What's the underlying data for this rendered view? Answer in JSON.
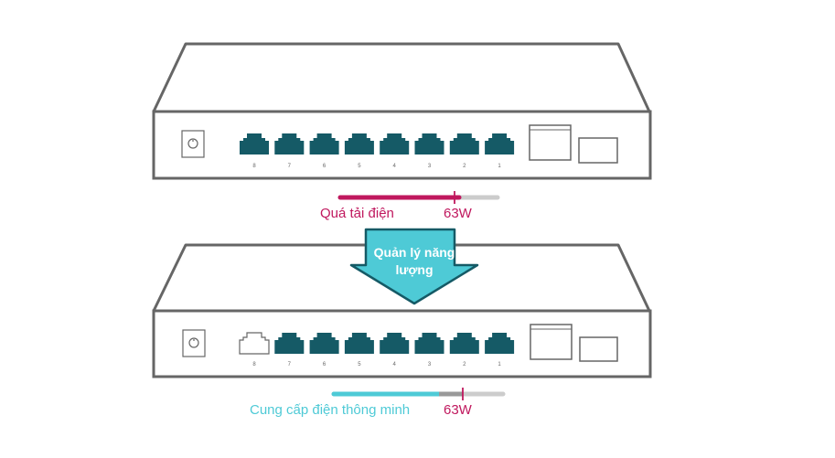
{
  "colors": {
    "outline": "#666666",
    "port": "#155a66",
    "overload": "#c0185e",
    "smart": "#4ecad6",
    "track": "#cccccc",
    "arrow_fill": "#4ecad6",
    "arrow_stroke": "#155a66"
  },
  "top_switch": {
    "port_numbers": [
      "8",
      "7",
      "6",
      "5",
      "4",
      "3",
      "2",
      "1"
    ],
    "port_states": [
      "powered",
      "powered",
      "powered",
      "powered",
      "powered",
      "powered",
      "powered",
      "powered"
    ],
    "power_bar": {
      "label": "Quá tải điện",
      "limit_label": "63W",
      "used_fraction": 0.76,
      "limit_fraction": 0.73
    }
  },
  "bottom_switch": {
    "port_numbers": [
      "8",
      "7",
      "6",
      "5",
      "4",
      "3",
      "2",
      "1"
    ],
    "port_states": [
      "off",
      "powered",
      "powered",
      "powered",
      "powered",
      "powered",
      "powered",
      "powered"
    ],
    "power_bar": {
      "label": "Cung cấp điện thông minh",
      "limit_label": "63W",
      "used_fraction": 0.62,
      "limit_fraction": 0.76
    }
  },
  "arrow": {
    "label_line1": "Quản lý năng",
    "label_line2": "lượng",
    "icon": "down-arrow-icon"
  }
}
